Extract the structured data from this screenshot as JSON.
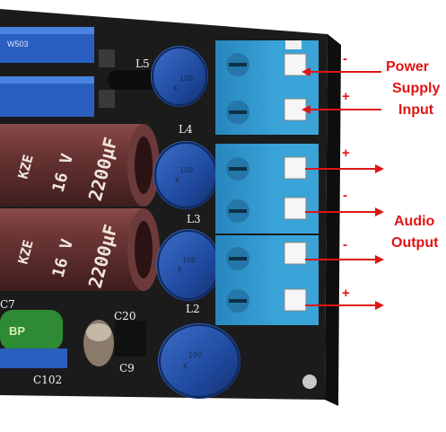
{
  "annotations": {
    "power_supply_input": [
      "Power",
      "Supply",
      "Input"
    ],
    "audio_output": [
      "Audio",
      "Output"
    ],
    "power_minus": "-",
    "power_plus": "+",
    "out_plus_1": "+",
    "out_minus_1": "-",
    "out_minus_2": "-",
    "out_plus_2": "+"
  },
  "silkscreen": {
    "l5": "L5",
    "l4": "L4",
    "l3": "L3",
    "l2": "L2",
    "c20": "C20",
    "c102": "C102",
    "c9": "C9",
    "c7": "C7",
    "bp": "BP"
  },
  "capacitor_text": {
    "brand": "KZE",
    "voltage": "16 V",
    "capacitance": "2200µF"
  },
  "pot_text": {
    "value": "100",
    "unit": "K"
  },
  "colors": {
    "pcb": "#1b1b1b",
    "terminal": "#2f96cc",
    "inductor": "#1f4aa0",
    "capacitor": "#5a2a2a",
    "arrow": "#e01414"
  }
}
